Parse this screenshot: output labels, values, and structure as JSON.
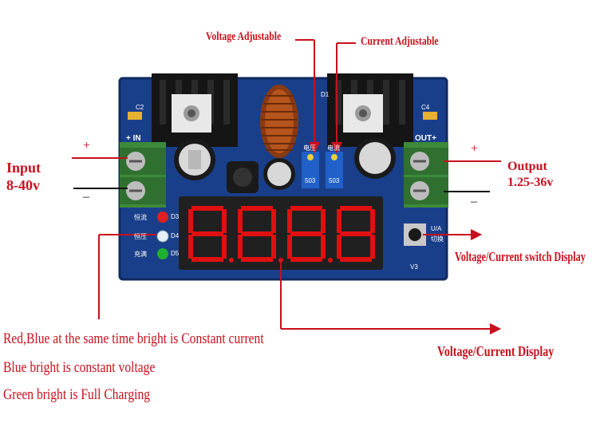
{
  "labels": {
    "voltage_adjustable": "Voltage Adjustable",
    "current_adjustable": "Current Adjustable",
    "input_line1": "Input",
    "input_line2": "8-40v",
    "output_line1": "Output",
    "output_line2": "1.25-36v",
    "switch_display": "Voltage/Current switch Display",
    "vc_display": "Voltage/Current Display",
    "legend_1": "Red,Blue at the same time bright is Constant current",
    "legend_2": "Blue bright  is  constant voltage",
    "legend_3": "Green bright is Full Charging",
    "plus_left": "+",
    "minus_left": "–",
    "plus_right": "+",
    "minus_right": "–"
  },
  "board": {
    "in_label": "+ IN",
    "out_label": "OUT+",
    "button_label": "U/A",
    "button_sub": "切换",
    "pot1_text": "503",
    "pot2_text": "503",
    "pot_top_1": "电压",
    "pot_top_2": "电流",
    "led_labels": [
      "恒流",
      "恒压",
      "充满"
    ],
    "led_ids": [
      "D3",
      "D4",
      "D5"
    ],
    "version": "V3",
    "cap_c2": "C2",
    "cap_c4": "C4",
    "d1": "D1"
  },
  "colors": {
    "annotation": "#c8101c",
    "pcb": "#1a3f8a",
    "terminal": "#3d8a3a",
    "display": "#e01010",
    "led_red": "#e02020",
    "led_blue": "#e8eef8",
    "led_green": "#20b030"
  }
}
